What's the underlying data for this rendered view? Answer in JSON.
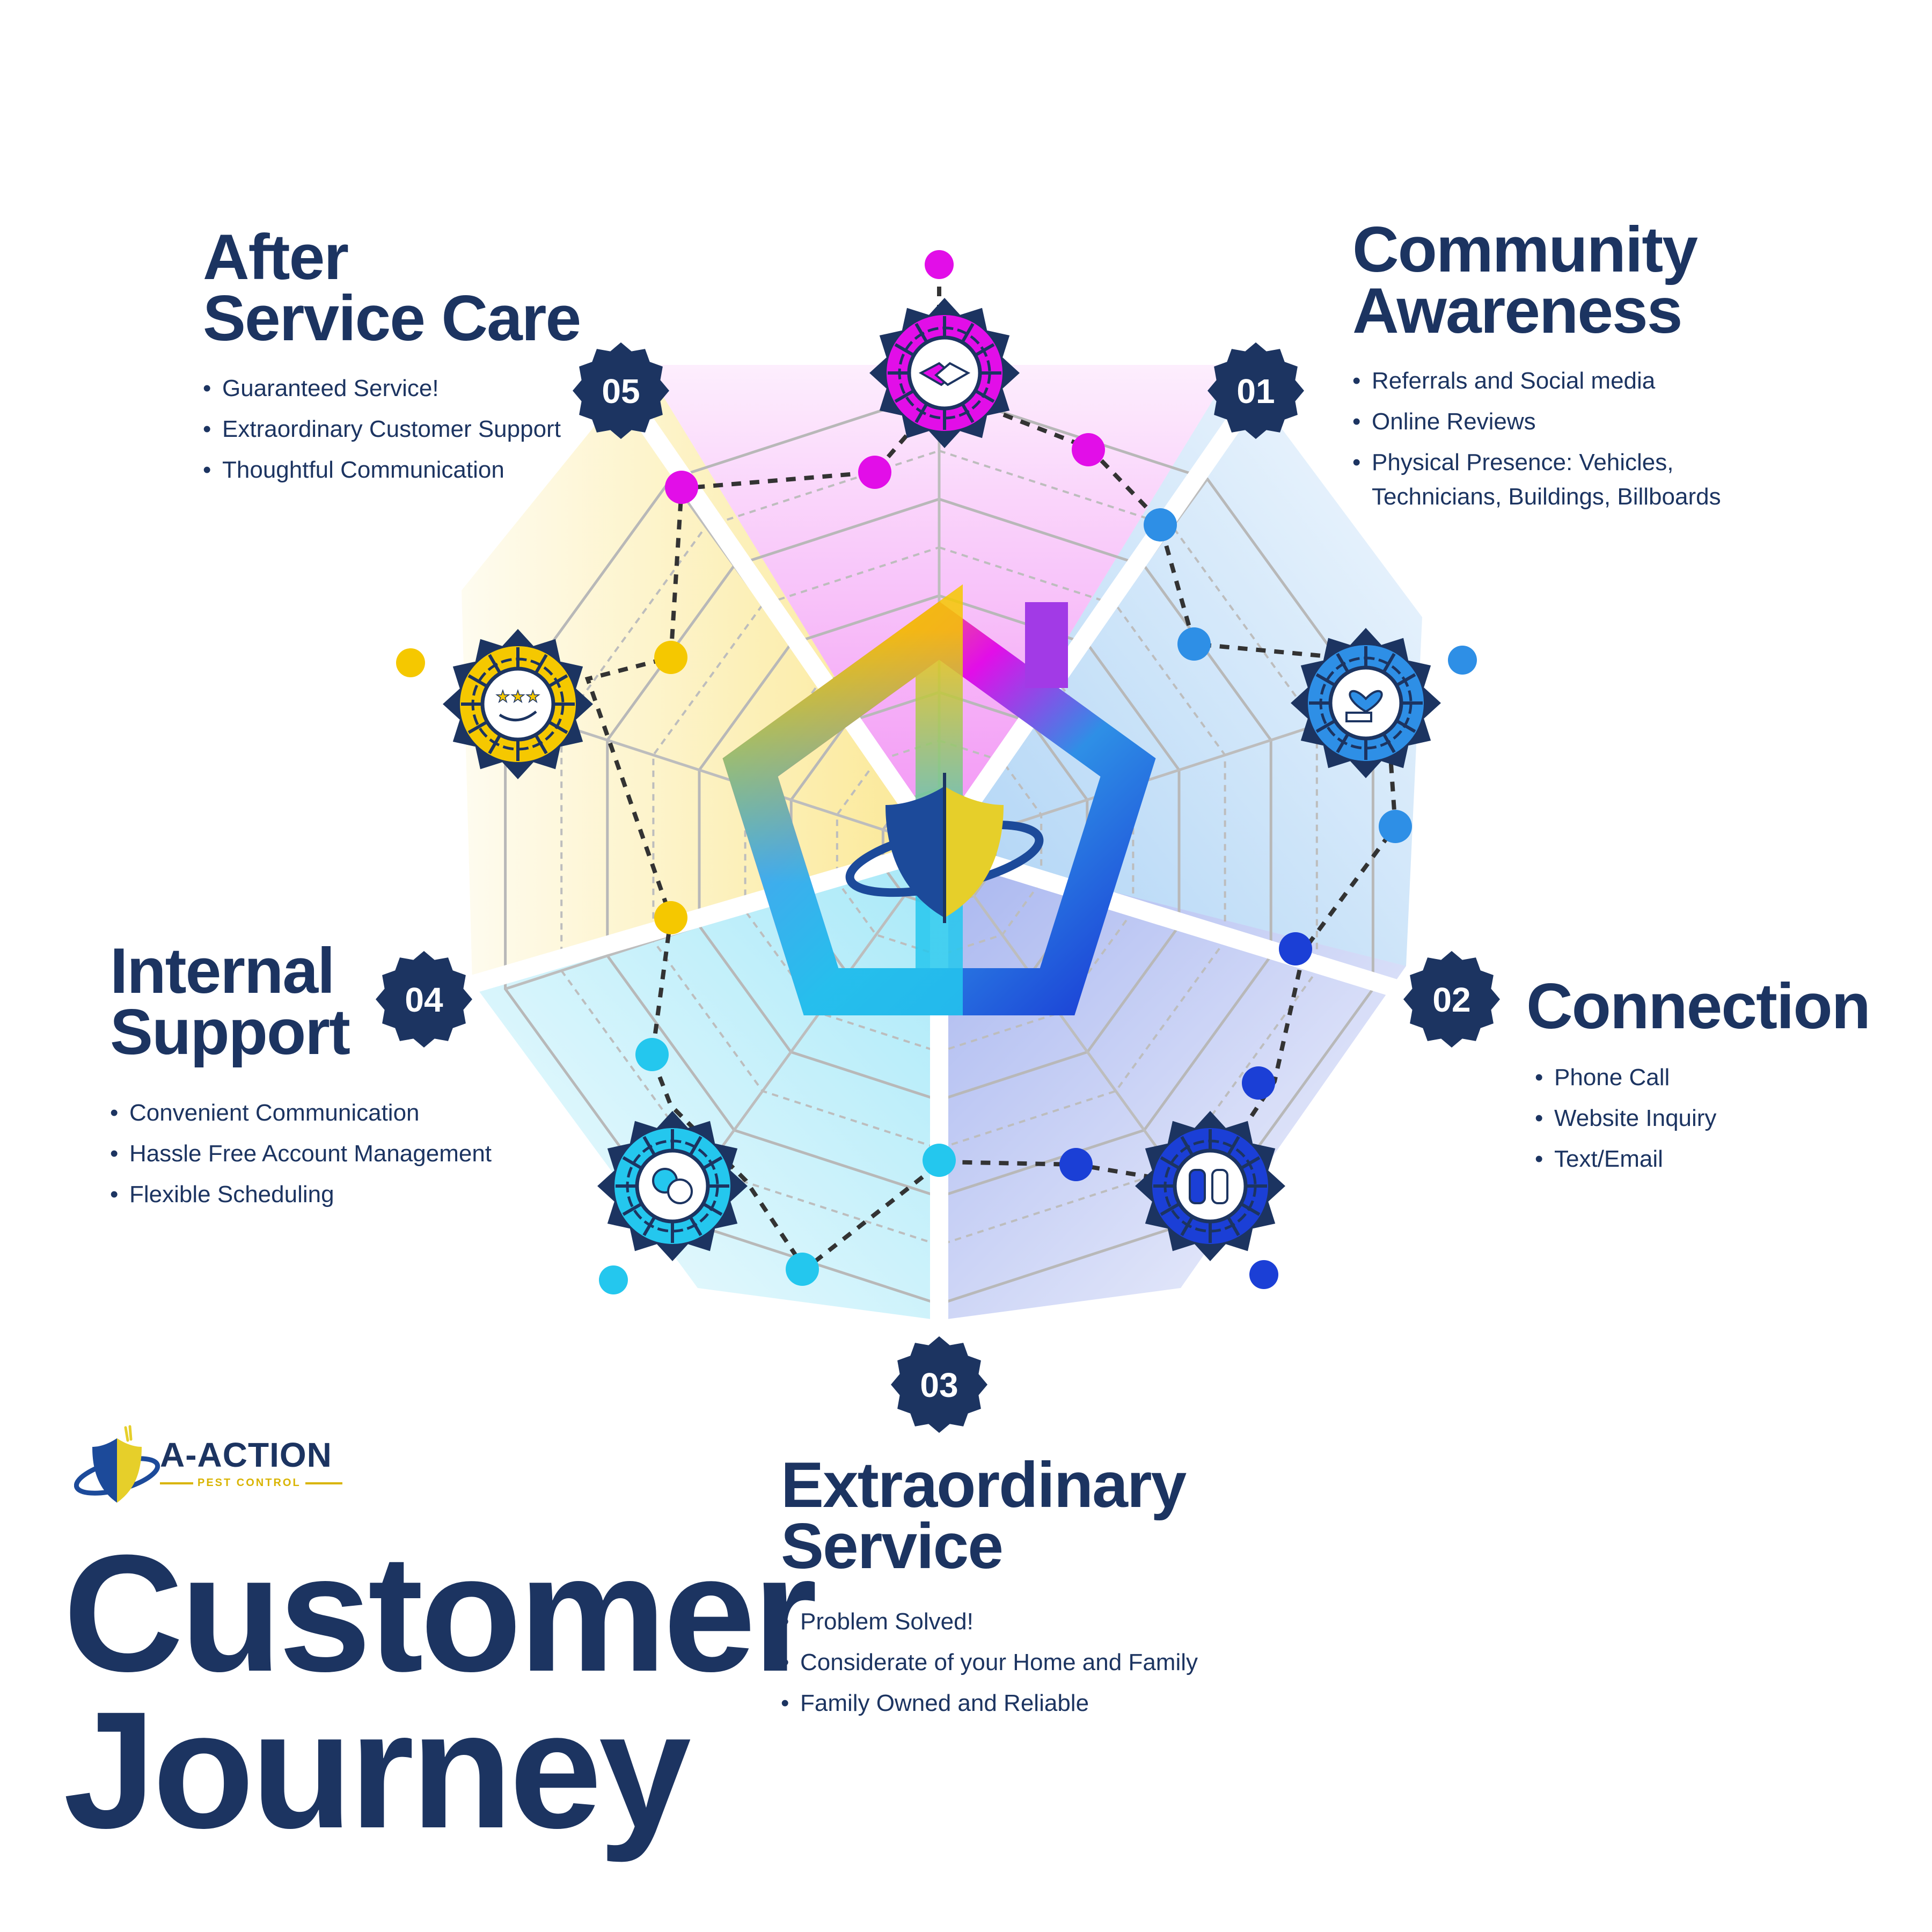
{
  "title": {
    "line1": "Customer",
    "line2": "Journey"
  },
  "brand": {
    "name": "A-ACTION",
    "tagline": "PEST CONTROL"
  },
  "stages": [
    {
      "number": "01",
      "heading_line1": "Community",
      "heading_line2": "Awareness",
      "bullets": [
        "Referrals and Social media",
        "Online Reviews",
        "Physical Presence: Vehicles,",
        "Technicians, Buildings, Billboards"
      ],
      "icon": "hand-heart-icon",
      "color": "#2e8fe6"
    },
    {
      "number": "02",
      "heading_line1": "Connection",
      "heading_line2": "",
      "bullets": [
        "Phone Call",
        "Website Inquiry",
        "Text/Email"
      ],
      "icon": "high-five-icon",
      "color": "#1b3fd6"
    },
    {
      "number": "03",
      "heading_line1": "Extraordinary",
      "heading_line2": "Service",
      "bullets": [
        "Problem Solved!",
        "Considerate of your Home and Family",
        "Family Owned and Reliable"
      ],
      "icon": "clasped-hands-icon",
      "color": "#24c7ee"
    },
    {
      "number": "04",
      "heading_line1": "Internal",
      "heading_line2": "Support",
      "bullets": [
        "Convenient Communication",
        "Hassle Free Account Management",
        "Flexible Scheduling"
      ],
      "icon": "stars-hand-icon",
      "color": "#f5c800"
    },
    {
      "number": "05",
      "heading_line1": "After",
      "heading_line2": "Service Care",
      "bullets": [
        "Guaranteed Service!",
        "Extraordinary Customer Support",
        "Thoughtful Communication"
      ],
      "icon": "handshake-icon",
      "color": "#e20ee8"
    }
  ],
  "colors": {
    "navy": "#1c3461",
    "magenta": "#e20ee8",
    "sky_blue": "#2e8fe6",
    "royal_blue": "#1b3fd6",
    "cyan": "#24c7ee",
    "yellow": "#f5c800"
  }
}
